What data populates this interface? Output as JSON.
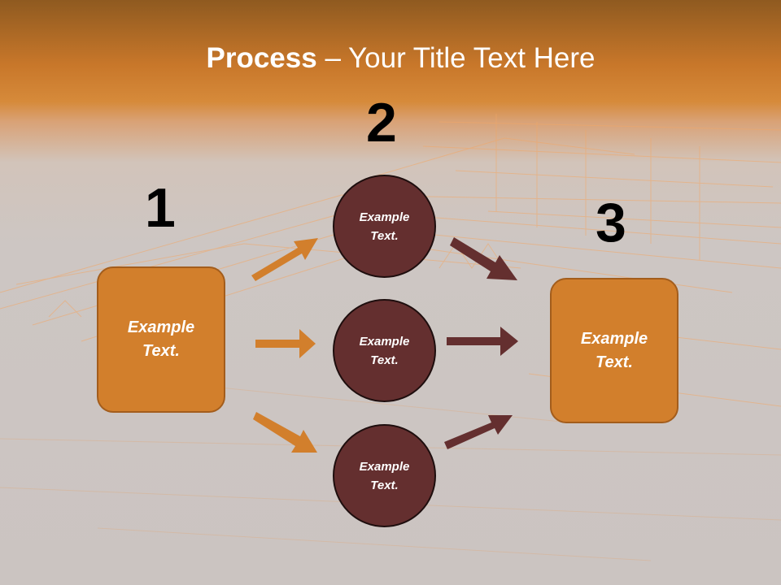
{
  "title": {
    "bold": "Process",
    "rest": " – Your Title Text Here"
  },
  "steps": {
    "one": "1",
    "two": "2",
    "three": "3"
  },
  "nodes": {
    "left": "Example\nText.",
    "right": "Example\nText.",
    "circle_top": "Example\nText.",
    "circle_mid": "Example\nText.",
    "circle_bot": "Example\nText."
  },
  "colors": {
    "orange": "#d27f2c",
    "maroon": "#642f2f",
    "header": "#c8772a",
    "background": "#cdc6c3"
  }
}
